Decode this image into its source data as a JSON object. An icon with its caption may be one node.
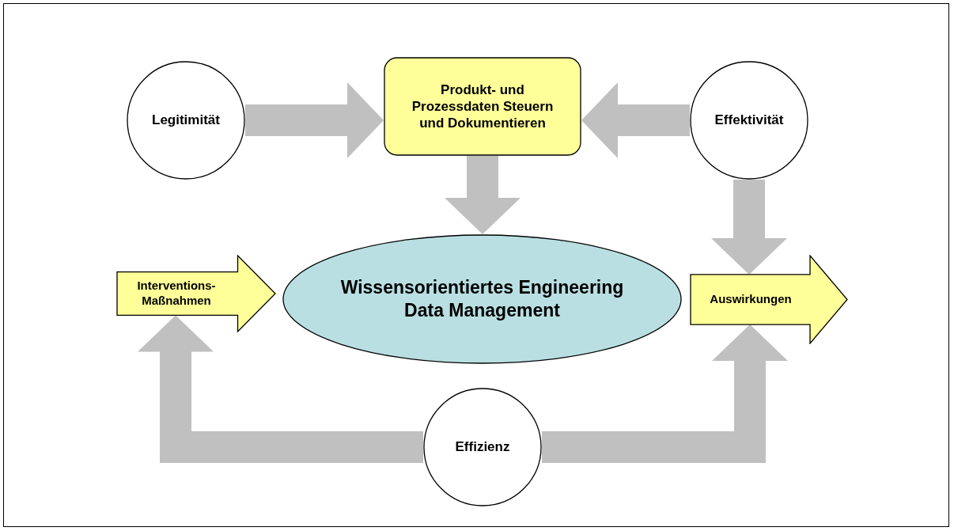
{
  "diagram": {
    "nodes": [
      {
        "text": [
          "Legitimität"
        ]
      },
      {
        "text": [
          "Produkt- und Prozessdaten Steuern und Dokumentieren"
        ]
      },
      {
        "text": [
          "Effektivität"
        ]
      },
      {
        "text": [
          "Interventions-Maßnahmen"
        ]
      },
      {
        "text": [
          "Wissensorientiertes Engineering Data Management"
        ]
      },
      {
        "text": [
          "Auswirkungen"
        ]
      },
      {
        "text": [
          "Effizienz"
        ]
      }
    ],
    "edges": [
      {
        "from": 0,
        "to": 1,
        "arrow": "to",
        "style": "thick"
      },
      {
        "from": 2,
        "to": 1,
        "arrow": "to",
        "style": "thick"
      },
      {
        "from": 1,
        "to": 4,
        "arrow": "to",
        "style": "thick"
      },
      {
        "from": 2,
        "to": 5,
        "arrow": "to",
        "style": "thick"
      },
      {
        "from": 6,
        "to": 3,
        "arrow": "to",
        "style": "thick"
      },
      {
        "from": 6,
        "to": 5,
        "arrow": "to",
        "style": "thick"
      }
    ]
  }
}
